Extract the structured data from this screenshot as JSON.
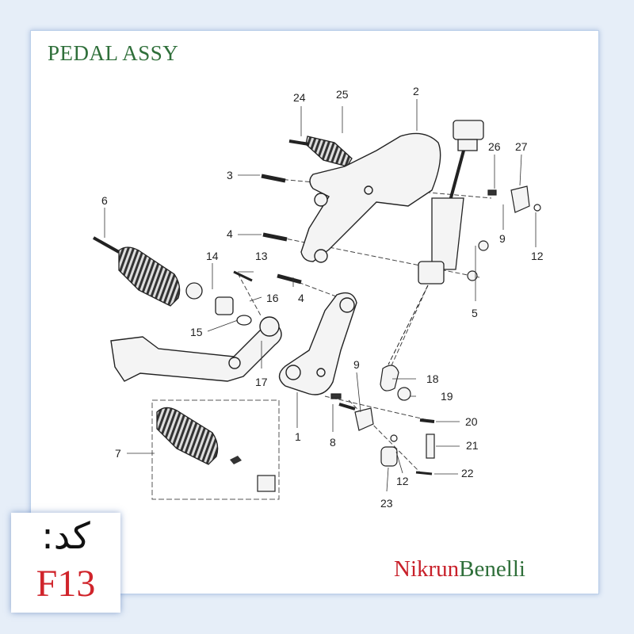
{
  "title": "PEDAL ASSY",
  "brand": {
    "part1": "Nikrun",
    "part2": "Benelli"
  },
  "code": {
    "label": "کد:",
    "value": "F13"
  },
  "colors": {
    "title": "#2f6f3a",
    "brand_red": "#c8202a",
    "brand_green": "#2f6f3a",
    "code_red": "#d0242b",
    "frame_shadow": "#bcd0ea"
  },
  "callouts": [
    "1",
    "2",
    "3",
    "4",
    "4",
    "5",
    "6",
    "7",
    "8",
    "9",
    "9",
    "12",
    "12",
    "13",
    "14",
    "15",
    "16",
    "17",
    "18",
    "19",
    "20",
    "21",
    "22",
    "23",
    "24",
    "25",
    "26",
    "27"
  ]
}
